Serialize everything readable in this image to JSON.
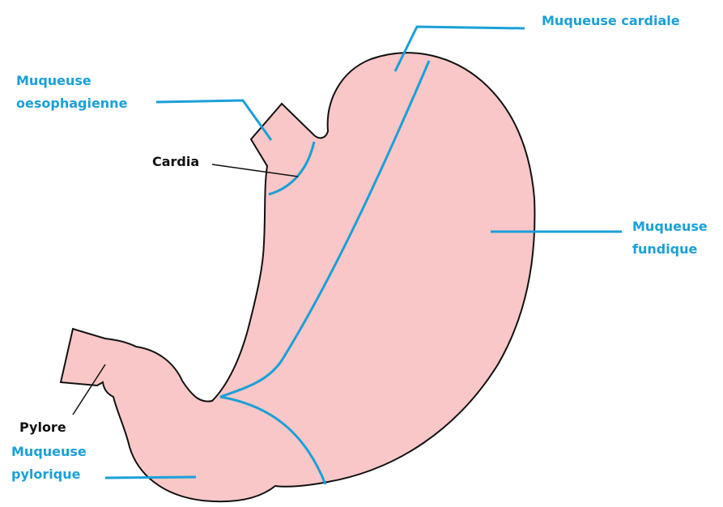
{
  "labels": {
    "muqueuse_cardiale": "Muqueuse cardiale",
    "muqueuse_oesophagienne_line1": "Muqueuse",
    "muqueuse_oesophagienne_line2": "oesophagienne",
    "cardia": "Cardia",
    "muqueuse_fundique_line1": "Muqueuse",
    "muqueuse_fundique_line2": "fundique",
    "pylore": "Pylore",
    "muqueuse_pylorique_line1": "Muqueuse",
    "muqueuse_pylorique_line2": "pylorique"
  },
  "colors": {
    "stomach_fill": "#f9c7c7",
    "outline": "#111111",
    "mucosa_boundary": "#1aa0d8",
    "label_blue": "#1aa0d8",
    "label_black": "#111111"
  }
}
